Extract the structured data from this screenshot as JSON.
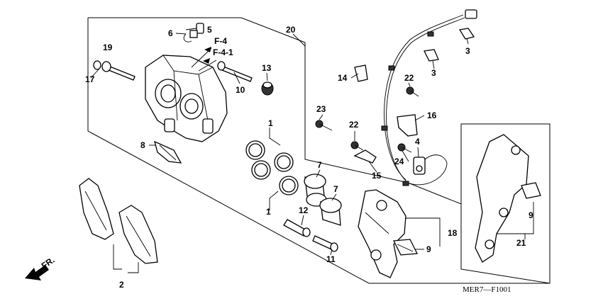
{
  "diagram_code": "MER7—F1001",
  "direction_label": "FR.",
  "refs": {
    "f4": "F-4",
    "f41": "F-4-1"
  },
  "callouts": {
    "c1a": "1",
    "c1b": "1",
    "c2": "2",
    "c3a": "3",
    "c3b": "3",
    "c4": "4",
    "c5": "5",
    "c6": "6",
    "c7a": "7",
    "c7b": "7",
    "c8": "8",
    "c9a": "9",
    "c9b": "9",
    "c10": "10",
    "c11": "11",
    "c12": "12",
    "c13": "13",
    "c14": "14",
    "c15": "15",
    "c16": "16",
    "c17": "17",
    "c18": "18",
    "c19": "19",
    "c20": "20",
    "c21": "21",
    "c22a": "22",
    "c22b": "22",
    "c23": "23",
    "c24": "24"
  }
}
